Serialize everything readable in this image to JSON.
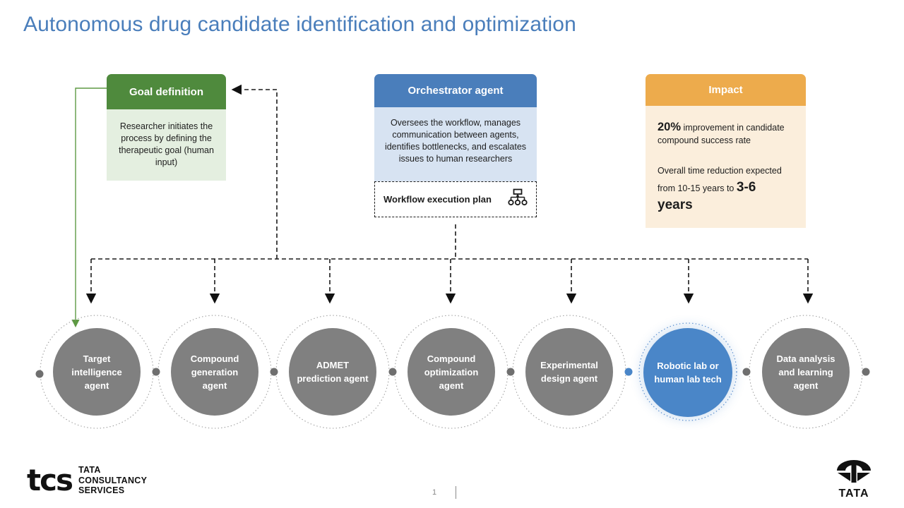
{
  "title": "Autonomous drug candidate identification and optimization",
  "theme": {
    "title_color": "#4A7EBB",
    "green": "#4F8A3D",
    "green_light": "#E4EFE0",
    "blue": "#4A7EBB",
    "blue_light": "#D7E3F2",
    "orange": "#EDAB4C",
    "orange_light": "#FBEEDC",
    "agent_gray": "#808080",
    "agent_highlight": "#4A86C8"
  },
  "cards": {
    "goal": {
      "heading": "Goal definition",
      "body": "Researcher initiates the process by defining the therapeutic goal (human input)"
    },
    "orchestrator": {
      "heading": "Orchestrator agent",
      "body": "Oversees the workflow, manages communication between agents, identifies bottlenecks, and escalates issues to human researchers",
      "workflow_label": "Workflow execution plan",
      "workflow_icon": "hierarchy-icon"
    },
    "impact": {
      "heading": "Impact",
      "stat_value": "20%",
      "stat_text": " improvement in candidate compound success rate",
      "time_prefix": "Overall time reduction expected from 10-15 years to ",
      "time_value": "3-6 years"
    }
  },
  "agents": [
    {
      "id": "target-intelligence",
      "label": "Target intelligence agent",
      "highlight": false
    },
    {
      "id": "compound-generation",
      "label": "Compound generation agent",
      "highlight": false
    },
    {
      "id": "admet-prediction",
      "label": "ADMET prediction agent",
      "highlight": false
    },
    {
      "id": "compound-optimization",
      "label": "Compound optimization agent",
      "highlight": false
    },
    {
      "id": "experimental-design",
      "label": "Experimental design agent",
      "highlight": false
    },
    {
      "id": "robotic-lab",
      "label": "Robotic lab or human lab tech",
      "highlight": true
    },
    {
      "id": "data-analysis",
      "label": "Data analysis and learning agent",
      "highlight": false
    }
  ],
  "footer": {
    "tcs_mark": "tcs",
    "tcs_line1": "TATA",
    "tcs_line2": "CONSULTANCY",
    "tcs_line3": "SERVICES",
    "tata_word": "TATA",
    "page_number": "1"
  }
}
